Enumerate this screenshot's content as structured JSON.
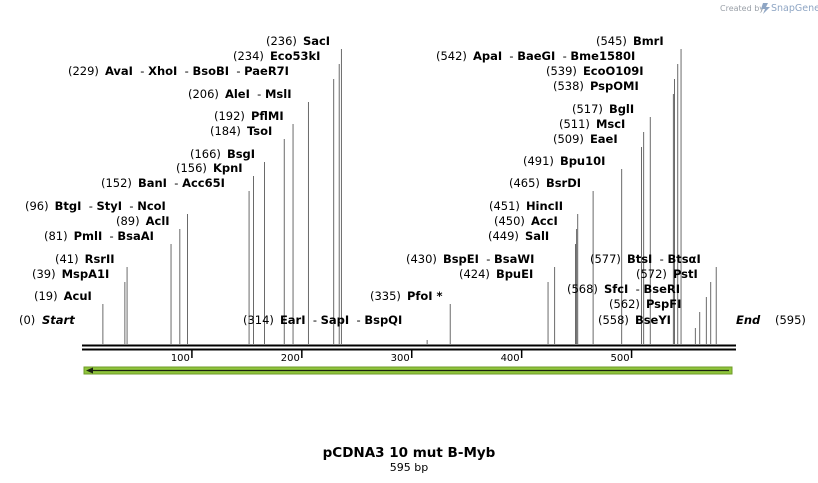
{
  "credit": {
    "prefix": "Created by",
    "brand": "SnapGene"
  },
  "map": {
    "title": "pCDNA3 10 mut B-Myb",
    "subtitle": "595 bp",
    "length": 595,
    "start": {
      "position": "(0)",
      "label": "Start"
    },
    "end": {
      "position": "(595)",
      "label": "End"
    },
    "axis_ticks": [
      "100",
      "200",
      "300",
      "400",
      "500"
    ],
    "feature": {
      "direction": "reverse",
      "color": "#8fc53b",
      "from": 0,
      "to": 595
    },
    "sites": [
      {
        "id": "acui",
        "pos": "(19)",
        "names": [
          "AcuI"
        ],
        "cuts": [
          19
        ]
      },
      {
        "id": "mspa1i",
        "pos": "(39)",
        "names": [
          "MspA1I"
        ],
        "cuts": [
          39
        ]
      },
      {
        "id": "rsrii",
        "pos": "(41)",
        "names": [
          "RsrII"
        ],
        "cuts": [
          41
        ]
      },
      {
        "id": "pmli",
        "pos": "(81)",
        "names": [
          "PmlI",
          "BsaAI"
        ],
        "cuts": [
          81
        ]
      },
      {
        "id": "acli",
        "pos": "(89)",
        "names": [
          "AclI"
        ],
        "cuts": [
          89
        ]
      },
      {
        "id": "btgi",
        "pos": "(96)",
        "names": [
          "BtgI",
          "StyI",
          "NcoI"
        ],
        "cuts": [
          96
        ]
      },
      {
        "id": "bani",
        "pos": "(152)",
        "names": [
          "BanI",
          "Acc65I"
        ],
        "cuts": [
          152
        ]
      },
      {
        "id": "kpni",
        "pos": "(156)",
        "names": [
          "KpnI"
        ],
        "cuts": [
          156
        ]
      },
      {
        "id": "bsgi",
        "pos": "(166)",
        "names": [
          "BsgI"
        ],
        "cuts": [
          166
        ]
      },
      {
        "id": "tsoi",
        "pos": "(184)",
        "names": [
          "TsoI"
        ],
        "cuts": [
          184
        ]
      },
      {
        "id": "pflmi",
        "pos": "(192)",
        "names": [
          "PflMI"
        ],
        "cuts": [
          192
        ]
      },
      {
        "id": "alei",
        "pos": "(206)",
        "names": [
          "AleI",
          "MslI"
        ],
        "cuts": [
          206
        ]
      },
      {
        "id": "avai",
        "pos": "(229)",
        "names": [
          "AvaI",
          "XhoI",
          "BsoBI",
          "PaeR7I"
        ],
        "cuts": [
          229
        ]
      },
      {
        "id": "eco53ki",
        "pos": "(234)",
        "names": [
          "Eco53kI"
        ],
        "cuts": [
          234
        ]
      },
      {
        "id": "saci",
        "pos": "(236)",
        "names": [
          "SacI"
        ],
        "cuts": [
          236
        ]
      },
      {
        "id": "eari",
        "pos": "(314)",
        "names": [
          "EarI",
          "SapI",
          "BspQI"
        ],
        "cuts": [
          314
        ]
      },
      {
        "id": "pfoi",
        "pos": "(335)",
        "names": [
          "PfoI *"
        ],
        "cuts": [
          335
        ]
      },
      {
        "id": "bpuei",
        "pos": "(424)",
        "names": [
          "BpuEI"
        ],
        "cuts": [
          424
        ]
      },
      {
        "id": "bspei",
        "pos": "(430)",
        "names": [
          "BspEI",
          "BsaWI"
        ],
        "cuts": [
          430
        ]
      },
      {
        "id": "sali",
        "pos": "(449)",
        "names": [
          "SalI"
        ],
        "cuts": [
          449
        ]
      },
      {
        "id": "acci",
        "pos": "(450)",
        "names": [
          "AccI"
        ],
        "cuts": [
          450
        ]
      },
      {
        "id": "hincii",
        "pos": "(451)",
        "names": [
          "HincII"
        ],
        "cuts": [
          451
        ]
      },
      {
        "id": "bsrdi",
        "pos": "(465)",
        "names": [
          "BsrDI"
        ],
        "cuts": [
          465
        ]
      },
      {
        "id": "bpu10i",
        "pos": "(491)",
        "names": [
          "Bpu10I"
        ],
        "cuts": [
          491
        ]
      },
      {
        "id": "eaei",
        "pos": "(509)",
        "names": [
          "EaeI"
        ],
        "cuts": [
          509
        ]
      },
      {
        "id": "msci",
        "pos": "(511)",
        "names": [
          "MscI"
        ],
        "cuts": [
          511
        ]
      },
      {
        "id": "bgli",
        "pos": "(517)",
        "names": [
          "BglI"
        ],
        "cuts": [
          517
        ]
      },
      {
        "id": "pspomi",
        "pos": "(538)",
        "names": [
          "PspOMI"
        ],
        "cuts": [
          538
        ]
      },
      {
        "id": "ecoo109i",
        "pos": "(539)",
        "names": [
          "EcoO109I"
        ],
        "cuts": [
          539
        ]
      },
      {
        "id": "apai",
        "pos": "(542)",
        "names": [
          "ApaI",
          "BaeGI",
          "Bme1580I"
        ],
        "cuts": [
          542
        ]
      },
      {
        "id": "bmri",
        "pos": "(545)",
        "names": [
          "BmrI"
        ],
        "cuts": [
          545
        ]
      },
      {
        "id": "btsi",
        "pos": "(577)",
        "names": [
          "BtsI",
          "BtsαI"
        ],
        "cuts": [
          577
        ]
      },
      {
        "id": "psti",
        "pos": "(572)",
        "names": [
          "PstI"
        ],
        "cuts": [
          572
        ]
      },
      {
        "id": "sfci",
        "pos": "(568)",
        "names": [
          "SfcI",
          "BseRI"
        ],
        "cuts": [
          568
        ]
      },
      {
        "id": "pspfi",
        "pos": "(562)",
        "names": [
          "PspFI"
        ],
        "cuts": [
          562
        ]
      },
      {
        "id": "bseyi",
        "pos": "(558)",
        "names": [
          "BseYI"
        ],
        "cuts": [
          558
        ]
      }
    ]
  }
}
